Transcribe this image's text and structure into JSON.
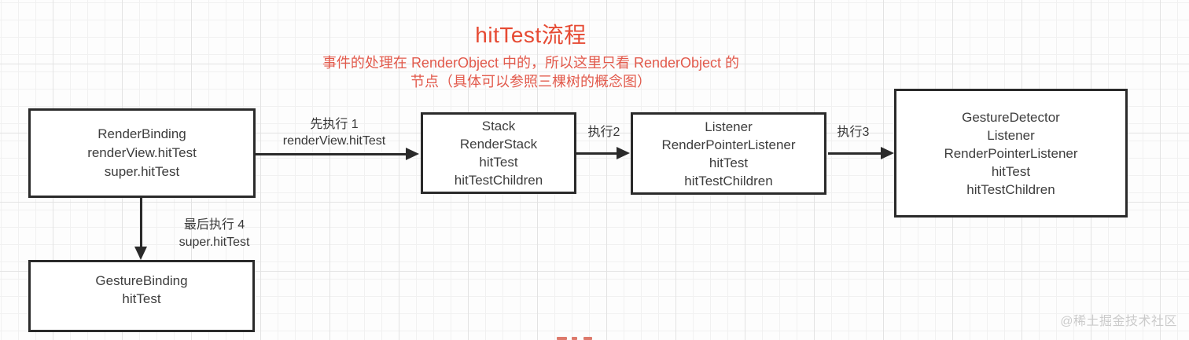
{
  "title": "hitTest流程",
  "subtitle_line1": "事件的处理在 RenderObject 中的，所以这里只看 RenderObject 的",
  "subtitle_line2": "节点（具体可以参照三棵树的概念图）",
  "nodes": [
    {
      "name": "render-binding",
      "lines": [
        "RenderBinding",
        "renderView.hitTest",
        "super.hitTest"
      ]
    },
    {
      "name": "stack",
      "lines": [
        "Stack",
        "RenderStack",
        "hitTest",
        "hitTestChildren"
      ]
    },
    {
      "name": "listener",
      "lines": [
        "Listener",
        "RenderPointerListener",
        "hitTest",
        "hitTestChildren"
      ]
    },
    {
      "name": "gesture-detector",
      "lines": [
        "GestureDetector",
        "Listener",
        "RenderPointerListener",
        "hitTest",
        "hitTestChildren"
      ]
    },
    {
      "name": "gesture-binding",
      "lines": [
        "GestureBinding",
        "hitTest"
      ]
    }
  ],
  "edges": [
    {
      "label_line1": "先执行 1",
      "label_line2": "renderView.hitTest"
    },
    {
      "label_line1": "执行2"
    },
    {
      "label_line1": "执行3"
    },
    {
      "label_line1": "最后执行 4",
      "label_line2": "super.hitTest"
    }
  ],
  "watermark": "@稀土掘金技术社区",
  "colors": {
    "accent_red": "#e64a33",
    "subtitle_red": "#e25a4c",
    "line_dark": "#2a2a2a",
    "box_text": "#3d3d3d",
    "watermark_gray": "#cbcbcb",
    "grid_minor": "#f1f1f1",
    "grid_major": "#e3e3e3"
  }
}
